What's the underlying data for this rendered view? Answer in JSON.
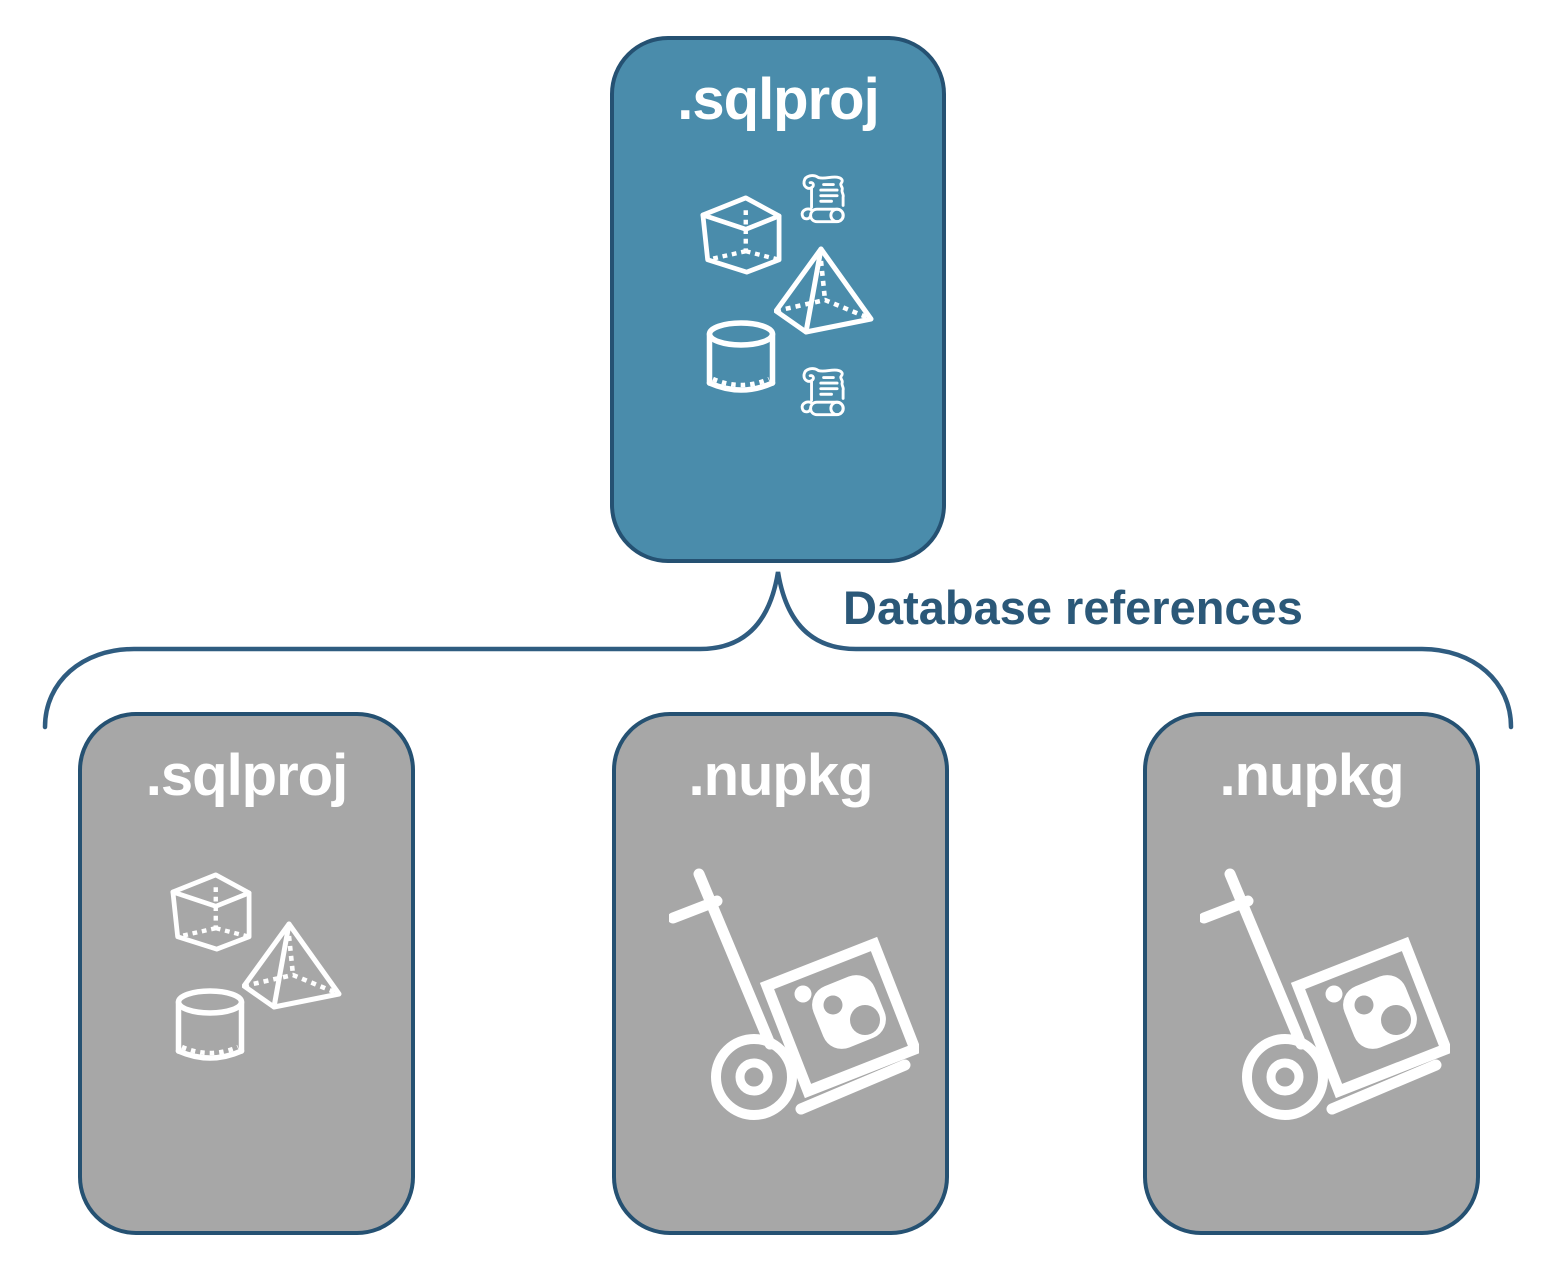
{
  "nodes": {
    "root": {
      "label": ".sqlproj",
      "type": "sql-project"
    },
    "children": [
      {
        "label": ".sqlproj",
        "type": "sql-project"
      },
      {
        "label": ".nupkg",
        "type": "nuget-package"
      },
      {
        "label": ".nupkg",
        "type": "nuget-package"
      }
    ]
  },
  "connector": {
    "label": "Database references"
  },
  "icons": {
    "root": [
      "cube-icon",
      "script-scroll-icon",
      "pyramid-icon",
      "cylinder-icon",
      "script-scroll-icon"
    ],
    "sql_project": [
      "cube-icon",
      "pyramid-icon",
      "cylinder-icon"
    ],
    "nuget_package": [
      "nuget-hand-truck-icon"
    ]
  },
  "colors": {
    "root_fill": "#4A8CAB",
    "child_fill": "#A7A7A7",
    "box_outline": "#255172",
    "brace": "#2F5C80",
    "label_text": "#2B5878",
    "icon": "#FFFFFF"
  }
}
